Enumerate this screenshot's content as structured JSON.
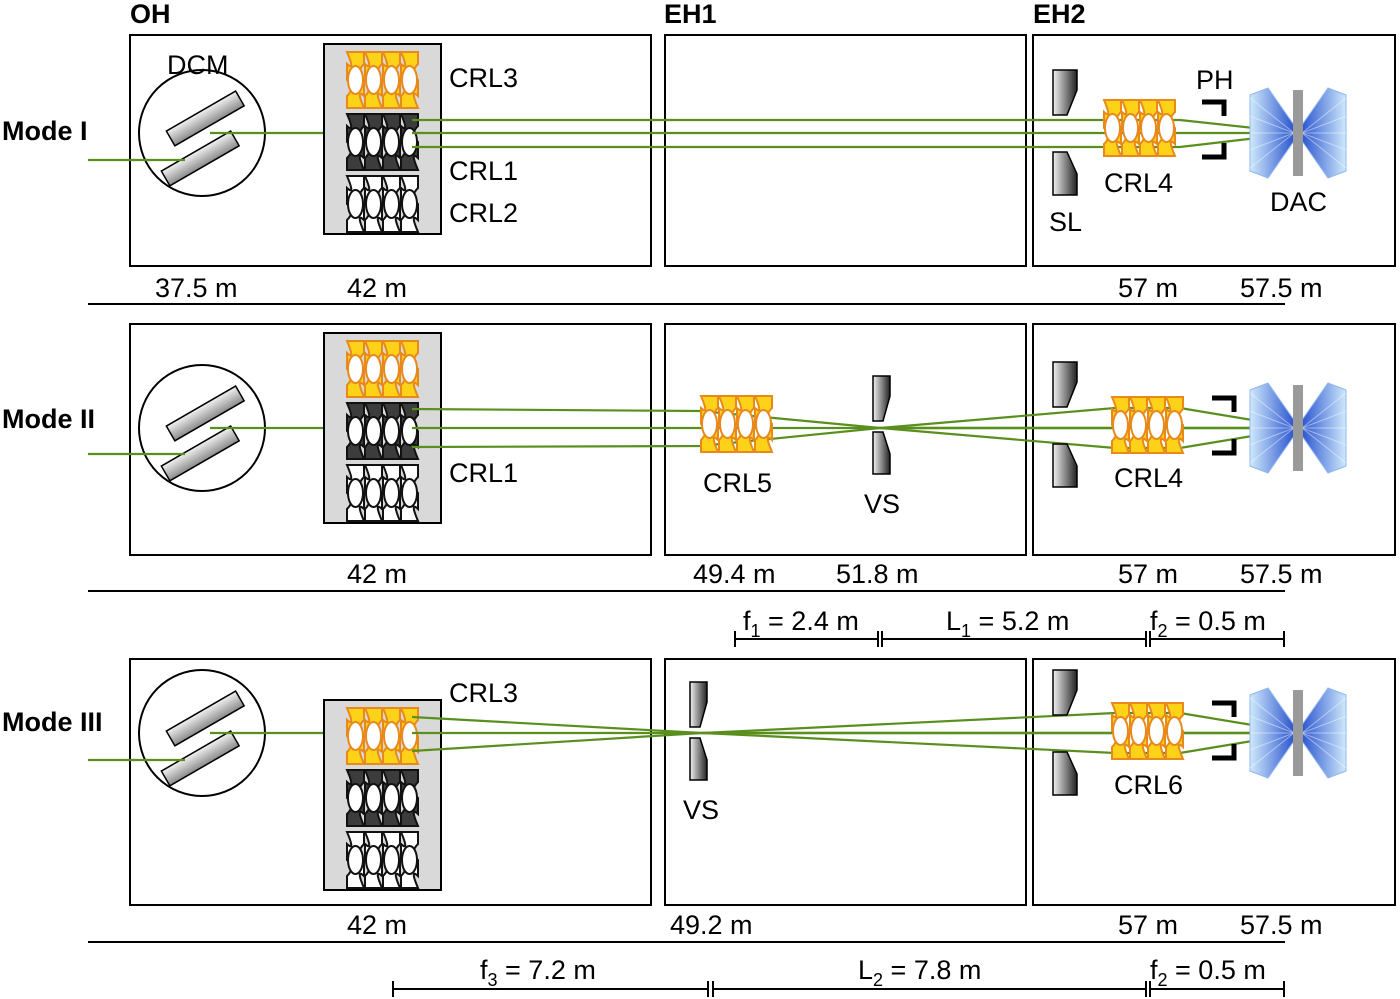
{
  "hutches": [
    "OH",
    "EH1",
    "EH2"
  ],
  "modes": [
    {
      "label": "Mode I",
      "labels": {
        "dcm": "DCM",
        "crl3": "CRL3",
        "crl1": "CRL1",
        "crl2": "CRL2",
        "crl4": "CRL4",
        "sl": "SL",
        "ph": "PH",
        "dac": "DAC"
      },
      "positions": [
        "37.5 m",
        "42 m",
        "57 m",
        "57.5 m"
      ]
    },
    {
      "label": "Mode II",
      "labels": {
        "crl1": "CRL1",
        "crl5": "CRL5",
        "vs": "VS",
        "crl4": "CRL4"
      },
      "positions": [
        "42 m",
        "49.4 m",
        "51.8 m",
        "57 m",
        "57.5 m"
      ],
      "distances": [
        {
          "sym": "f",
          "sub": "1",
          "val": " = 2.4 m"
        },
        {
          "sym": "L",
          "sub": "1",
          "val": " = 5.2 m"
        },
        {
          "sym": "f",
          "sub": "2",
          "val": " = 0.5 m"
        }
      ]
    },
    {
      "label": "Mode III",
      "labels": {
        "crl3": "CRL3",
        "vs": "VS",
        "crl6": "CRL6"
      },
      "positions": [
        "42 m",
        "49.2 m",
        "57 m",
        "57.5 m"
      ],
      "distances": [
        {
          "sym": "f",
          "sub": "3",
          "val": " = 7.2 m"
        },
        {
          "sym": "L",
          "sub": "2",
          "val": " = 7.8 m"
        },
        {
          "sym": "f",
          "sub": "2",
          "val": " = 0.5 m"
        }
      ]
    }
  ],
  "colors": {
    "beam": "#5a8f1e",
    "crl_gold": "#ffd21a",
    "crl_orange": "#e8891a",
    "crl_dark": "#3c3c3c",
    "crl_box": "#d9d9d9",
    "dac_blue": "#4e7ee0",
    "anvil_gray": "#9a9a9a"
  }
}
